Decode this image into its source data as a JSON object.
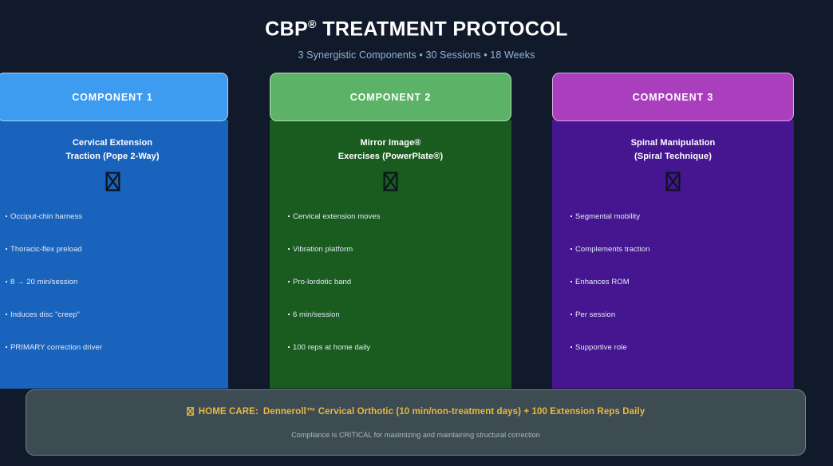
{
  "header": {
    "title_main": "CBP",
    "title_reg": "®",
    "title_rest": " TREATMENT PROTOCOL",
    "subtitle": "3 Synergistic Components • 30 Sessions • 18 Weeks"
  },
  "columns": [
    {
      "badge": "COMPONENT 1",
      "title_line1": "Cervical Extension",
      "title_line2": "Traction (Pope 2-Way)",
      "icon": "missing-glyph-box-icon",
      "header_color": "#3d9bf0",
      "body_color": "#1a63bd",
      "bullets": [
        "Occiput-chin harness",
        "Thoracic-flex preload",
        "8 → 20 min/session",
        "Induces disc \"creep\"",
        "PRIMARY correction driver"
      ]
    },
    {
      "badge": "COMPONENT 2",
      "title_line1": "Mirror Image®",
      "title_line2": "Exercises (PowerPlate®)",
      "icon": "missing-glyph-box-icon",
      "header_color": "#5cb368",
      "body_color": "#1a5c1f",
      "bullets": [
        "Cervical extension moves",
        "Vibration platform",
        "Pro-lordotic band",
        "6 min/session",
        "100 reps at home daily"
      ]
    },
    {
      "badge": "COMPONENT 3",
      "title_line1": "Spinal Manipulation",
      "title_line2": "(Spiral Technique)",
      "icon": "missing-glyph-box-icon",
      "header_color": "#a93fbd",
      "body_color": "#451690",
      "bullets": [
        "Segmental mobility",
        "Complements traction",
        "Enhances ROM",
        "Per session",
        "Supportive role"
      ]
    }
  ],
  "footer": {
    "icon": "missing-glyph-box-icon",
    "label": "HOME CARE:",
    "main_text": "Denneroll™ Cervical Orthotic (10 min/non-treatment days)  +  100 Extension Reps Daily",
    "subtext": "Compliance is CRITICAL for maximizing and maintaining structural correction",
    "accent_color": "#e8b93f",
    "background_color": "#3d4b52"
  },
  "page": {
    "background_color": "#111a2b"
  }
}
